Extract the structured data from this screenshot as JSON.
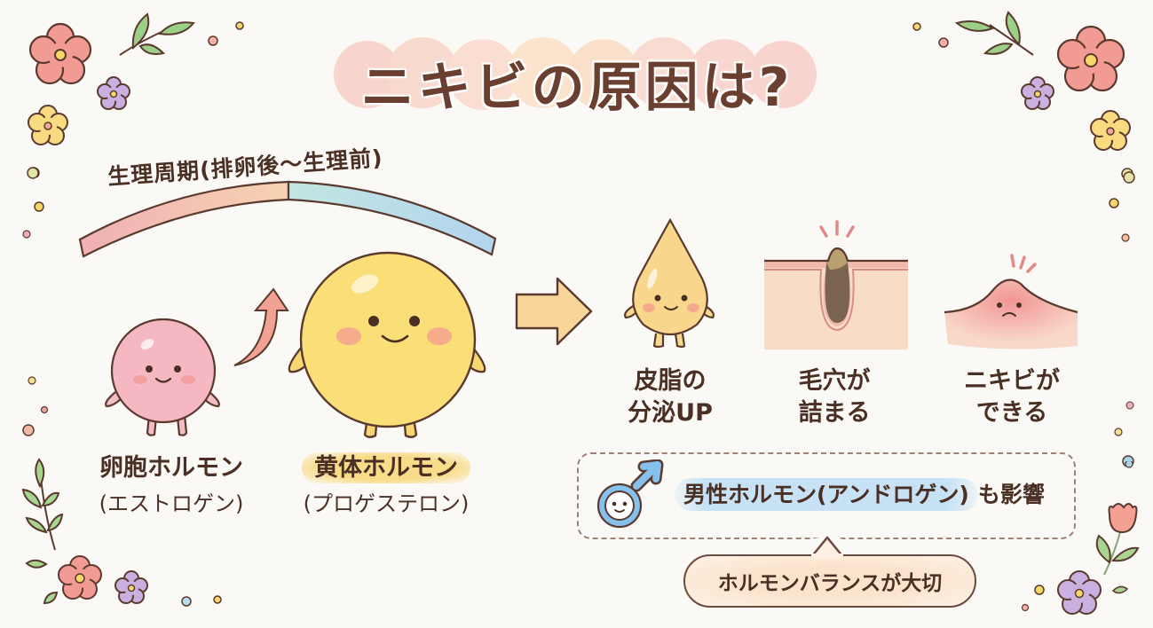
{
  "title": "ニキビの原因は?",
  "cycle": {
    "label": "生理周期(排卵後〜生理前)",
    "bar_colors": [
      "#f0b4b4",
      "#f6d2b0",
      "#bfe3e4",
      "#b6d6ee"
    ]
  },
  "hormones": [
    {
      "name": "卵胞ホルモン",
      "sub": "(エストロゲン)",
      "color": "#f4b9c0",
      "highlighted": false
    },
    {
      "name": "黄体ホルモン",
      "sub": "(プロゲステロン)",
      "color": "#f8dc78",
      "highlighted": true
    }
  ],
  "steps": [
    {
      "line1": "皮脂の",
      "line2": "分泌UP",
      "icon": "oil-drop-icon"
    },
    {
      "line1": "毛穴が",
      "line2": "詰まる",
      "icon": "clogged-pore-icon"
    },
    {
      "line1": "ニキビが",
      "line2": "できる",
      "icon": "pimple-icon"
    }
  ],
  "androgen": {
    "icon": "male-symbol-icon",
    "highlight_text": "男性ホルモン(アンドロゲン)",
    "suffix": "も影響"
  },
  "balance": {
    "text": "ホルモンバランスが大切"
  },
  "colors": {
    "background": "#fbf9f5",
    "text": "#4a2f24",
    "outline": "#5a3a2e",
    "arrow_up": "#f0a090",
    "arrow_right": "#f8d89a",
    "male_blue": "#7fbbe8"
  }
}
